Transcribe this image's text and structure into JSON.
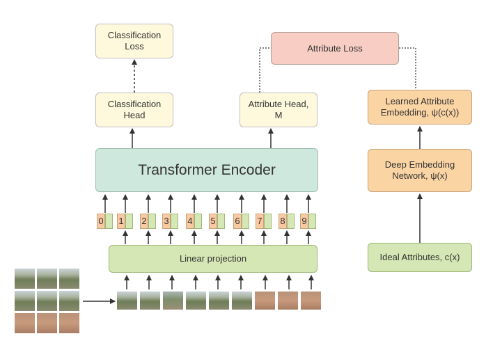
{
  "boxes": {
    "classification_loss": "Classification\nLoss",
    "classification_head": "Classification\nHead",
    "attribute_loss": "Attribute Loss",
    "attribute_head": "Attribute Head,\nM",
    "learned_embedding": "Learned Attribute\nEmbedding, ψ(c(x))",
    "deep_embedding": "Deep Embedding\nNetwork, ψ(x)",
    "transformer": "Transformer Encoder",
    "linear_projection": "Linear projection",
    "ideal_attributes": "Ideal Attributes, c(x)"
  },
  "positions": [
    "0",
    "1",
    "2",
    "3",
    "4",
    "5",
    "6",
    "7",
    "8",
    "9"
  ],
  "colors": {
    "yellow": "#fef8dc",
    "pink": "#f8cdc4",
    "orange": "#fbd4a4",
    "green": "#d5e7b4",
    "teal": "#cfe8de",
    "position_tag": "#f9c9a2",
    "arrow": "#333333"
  },
  "patch_grid_tiles": [
    "tree",
    "tree",
    "tree",
    "tree",
    "tree",
    "tree",
    "dirt",
    "dirt",
    "dirt"
  ],
  "patch_sequence_tiles": [
    "tree",
    "tree",
    "mix",
    "tree",
    "tree",
    "tree",
    "dirt",
    "dirt",
    "dirt"
  ]
}
